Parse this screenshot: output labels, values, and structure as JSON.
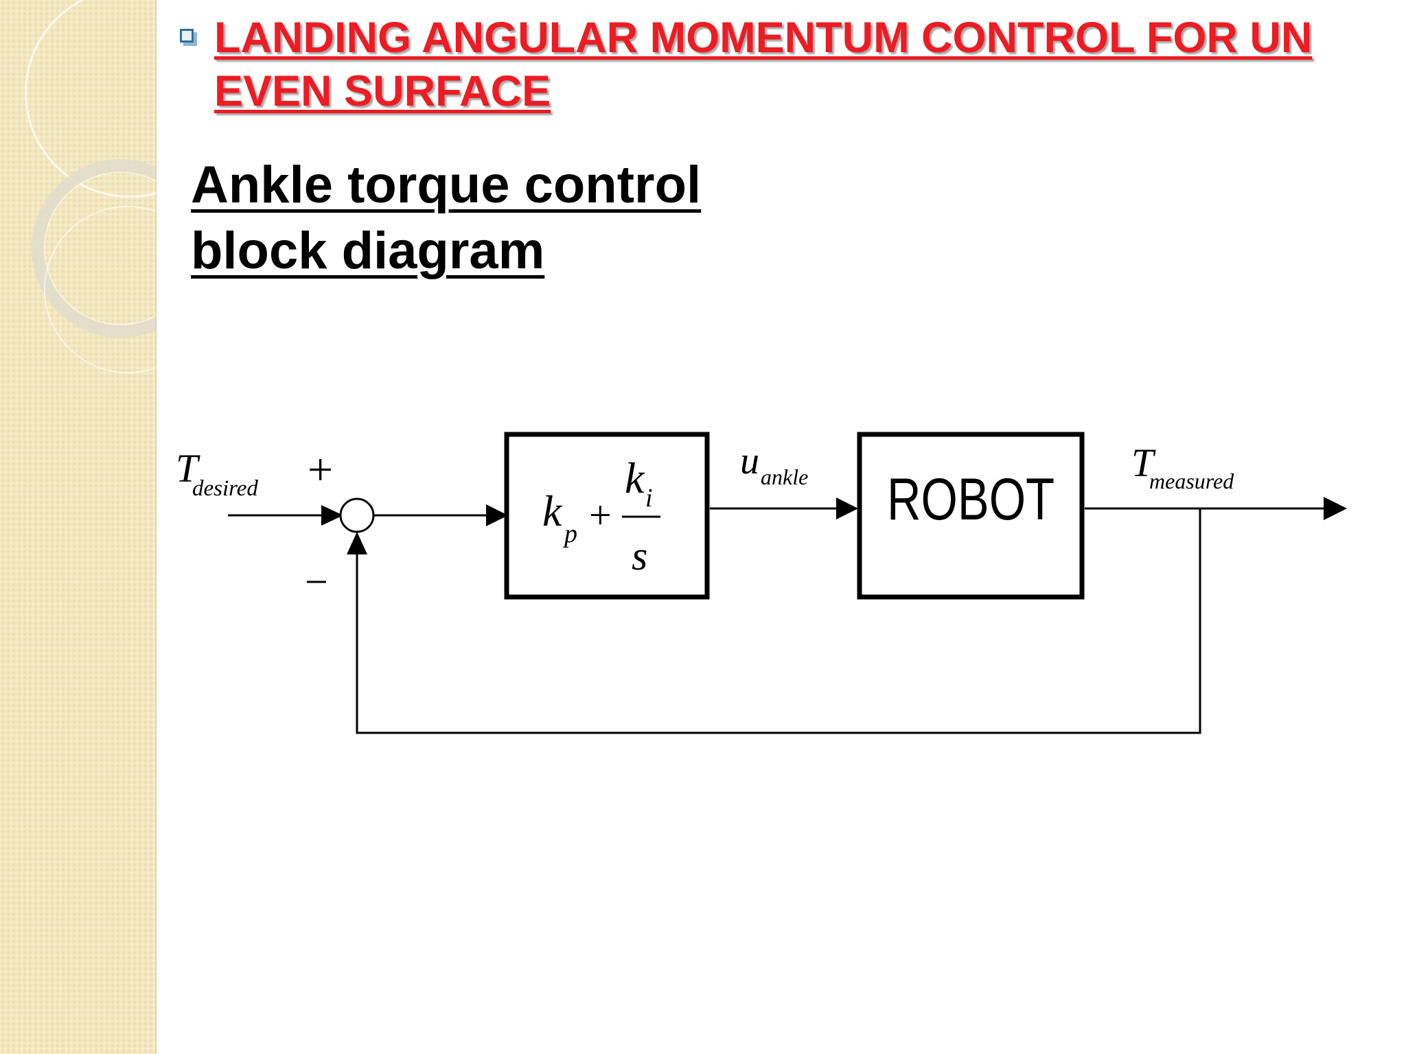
{
  "slide": {
    "heading": "LANDING ANGULAR MOMENTUM CONTROL FOR UN EVEN SURFACE",
    "subtitle_line1": "Ankle torque control",
    "subtitle_line2": "block diagram"
  },
  "diagram": {
    "input_symbol": "T",
    "input_subscript": "desired",
    "plus_sign": "+",
    "minus_sign": "−",
    "controller": {
      "kp": "k",
      "kp_subscript": "p",
      "plus": "+",
      "ki": "k",
      "ki_subscript": "i",
      "denominator": "s"
    },
    "signal_symbol": "u",
    "signal_subscript": "ankle",
    "plant_label": "ROBOT",
    "output_symbol": "T",
    "output_subscript": "measured"
  },
  "colors": {
    "heading": "#ec1c24",
    "bullet": "#2f6f9a",
    "sidebar": "#f3e7bf"
  },
  "icons": {
    "bullet": "square-bullet-icon"
  }
}
